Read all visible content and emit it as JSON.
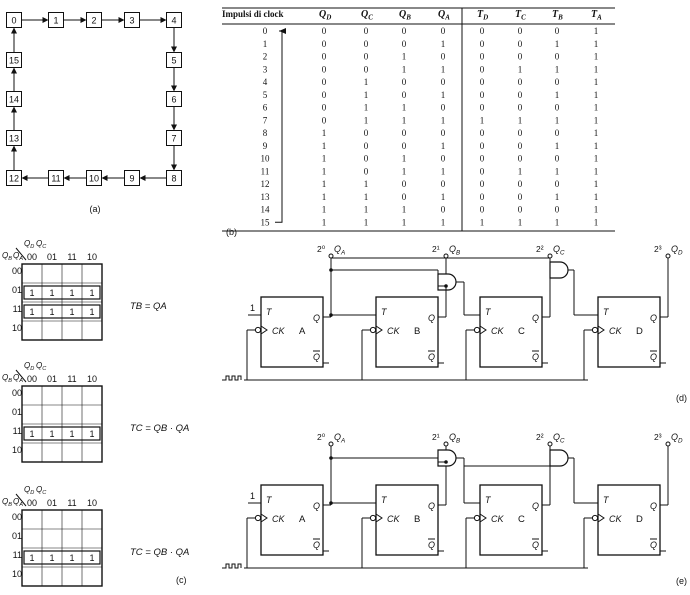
{
  "panel_a": {
    "caption": "(a)",
    "states": [
      "0",
      "1",
      "2",
      "3",
      "4",
      "5",
      "6",
      "7",
      "8",
      "9",
      "10",
      "11",
      "12",
      "13",
      "14",
      "15"
    ]
  },
  "panel_b": {
    "caption": "(b)",
    "col_clock": "Impulsi di clock",
    "col_q": [
      "QD",
      "QC",
      "QB",
      "QA"
    ],
    "col_t": [
      "TD",
      "TC",
      "TB",
      "TA"
    ],
    "rows": [
      [
        "0",
        "0",
        "0",
        "0",
        "0",
        "0",
        "0",
        "0",
        "1"
      ],
      [
        "1",
        "0",
        "0",
        "0",
        "1",
        "0",
        "0",
        "1",
        "1"
      ],
      [
        "2",
        "0",
        "0",
        "1",
        "0",
        "0",
        "0",
        "0",
        "1"
      ],
      [
        "3",
        "0",
        "0",
        "1",
        "1",
        "0",
        "1",
        "1",
        "1"
      ],
      [
        "4",
        "0",
        "1",
        "0",
        "0",
        "0",
        "0",
        "0",
        "1"
      ],
      [
        "5",
        "0",
        "1",
        "0",
        "1",
        "0",
        "0",
        "1",
        "1"
      ],
      [
        "6",
        "0",
        "1",
        "1",
        "0",
        "0",
        "0",
        "0",
        "1"
      ],
      [
        "7",
        "0",
        "1",
        "1",
        "1",
        "1",
        "1",
        "1",
        "1"
      ],
      [
        "8",
        "1",
        "0",
        "0",
        "0",
        "0",
        "0",
        "0",
        "1"
      ],
      [
        "9",
        "1",
        "0",
        "0",
        "1",
        "0",
        "0",
        "1",
        "1"
      ],
      [
        "10",
        "1",
        "0",
        "1",
        "0",
        "0",
        "0",
        "0",
        "1"
      ],
      [
        "11",
        "1",
        "0",
        "1",
        "1",
        "0",
        "1",
        "1",
        "1"
      ],
      [
        "12",
        "1",
        "1",
        "0",
        "0",
        "0",
        "0",
        "0",
        "1"
      ],
      [
        "13",
        "1",
        "1",
        "0",
        "1",
        "0",
        "0",
        "1",
        "1"
      ],
      [
        "14",
        "1",
        "1",
        "1",
        "0",
        "0",
        "0",
        "0",
        "1"
      ],
      [
        "15",
        "1",
        "1",
        "1",
        "1",
        "1",
        "1",
        "1",
        "1"
      ]
    ]
  },
  "panel_c": {
    "caption": "(c)",
    "maps": [
      {
        "corner": "QBQA",
        "top": "QDQC",
        "cols": [
          "00",
          "01",
          "11",
          "10"
        ],
        "rows": [
          "00",
          "01",
          "11",
          "10"
        ],
        "cells": [
          [
            "",
            "",
            "",
            ""
          ],
          [
            "1",
            "1",
            "1",
            "1"
          ],
          [
            "1",
            "1",
            "1",
            "1"
          ],
          [
            "",
            "",
            "",
            ""
          ]
        ],
        "equation": "TB = QA"
      },
      {
        "corner": "QBQA",
        "top": "QDQC",
        "cols": [
          "00",
          "01",
          "11",
          "10"
        ],
        "rows": [
          "00",
          "01",
          "11",
          "10"
        ],
        "cells": [
          [
            "",
            "",
            "",
            ""
          ],
          [
            "",
            "",
            "",
            ""
          ],
          [
            "1",
            "1",
            "1",
            "1"
          ],
          [
            "",
            "",
            "",
            ""
          ]
        ],
        "equation": "TC = QB · QA"
      },
      {
        "corner": "QBQA",
        "top": "QDQC",
        "cols": [
          "00",
          "01",
          "11",
          "10"
        ],
        "rows": [
          "00",
          "01",
          "11",
          "10"
        ],
        "cells": [
          [
            "",
            "",
            "",
            ""
          ],
          [
            "",
            "",
            "",
            ""
          ],
          [
            "1",
            "1",
            "1",
            "1"
          ],
          [
            "",
            "",
            "",
            ""
          ]
        ],
        "equation": "TC = QB · QA"
      }
    ]
  },
  "panel_d": {
    "caption": "(d)",
    "weights": [
      "2⁰",
      "2¹",
      "2²",
      "2³"
    ],
    "outputs": [
      "QA",
      "QB",
      "QC",
      "QD"
    ],
    "flipflops": [
      "A",
      "B",
      "C",
      "D"
    ],
    "t_label": "T",
    "ck_label": "CK",
    "q_label": "Q",
    "qbar_label": "Q",
    "one_label": "1"
  },
  "panel_e": {
    "caption": "(e)",
    "weights": [
      "2⁰",
      "2¹",
      "2²",
      "2³"
    ],
    "outputs": [
      "QA",
      "QB",
      "QC",
      "QD"
    ],
    "flipflops": [
      "A",
      "B",
      "C",
      "D"
    ],
    "t_label": "T",
    "ck_label": "CK",
    "q_label": "Q",
    "qbar_label": "Q",
    "one_label": "1"
  }
}
